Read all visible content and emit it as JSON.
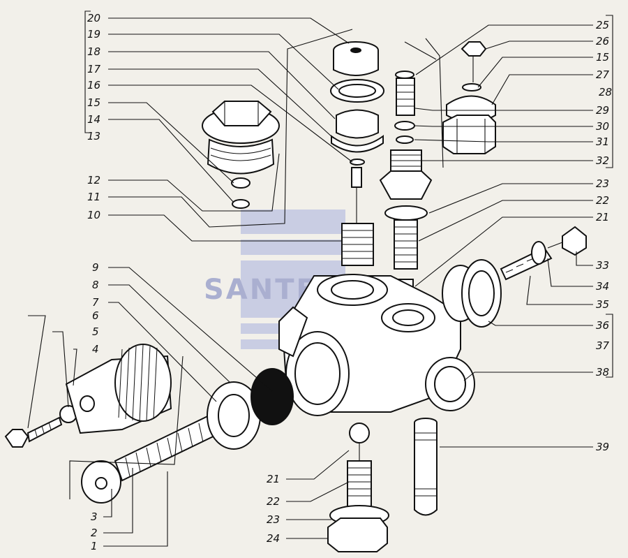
{
  "watermark": "SANTE",
  "colors": {
    "background": "#f2f0ea",
    "line": "#111111",
    "watermark": "#9ea4cc"
  },
  "callouts": [
    {
      "id": "l20",
      "label": "20"
    },
    {
      "id": "l19",
      "label": "19"
    },
    {
      "id": "l18",
      "label": "18"
    },
    {
      "id": "l17",
      "label": "17"
    },
    {
      "id": "l16",
      "label": "16"
    },
    {
      "id": "l15a",
      "label": "15"
    },
    {
      "id": "l14",
      "label": "14"
    },
    {
      "id": "l13",
      "label": "13"
    },
    {
      "id": "l12",
      "label": "12"
    },
    {
      "id": "l11",
      "label": "11"
    },
    {
      "id": "l10",
      "label": "10"
    },
    {
      "id": "l9",
      "label": "9"
    },
    {
      "id": "l8",
      "label": "8"
    },
    {
      "id": "l7",
      "label": "7"
    },
    {
      "id": "l6",
      "label": "6"
    },
    {
      "id": "l5",
      "label": "5"
    },
    {
      "id": "l4",
      "label": "4"
    },
    {
      "id": "l3",
      "label": "3"
    },
    {
      "id": "l2",
      "label": "2"
    },
    {
      "id": "l1",
      "label": "1"
    },
    {
      "id": "l25",
      "label": "25"
    },
    {
      "id": "l26",
      "label": "26"
    },
    {
      "id": "l15b",
      "label": "15"
    },
    {
      "id": "l27",
      "label": "27"
    },
    {
      "id": "l28",
      "label": "28"
    },
    {
      "id": "l29",
      "label": "29"
    },
    {
      "id": "l30",
      "label": "30"
    },
    {
      "id": "l31",
      "label": "31"
    },
    {
      "id": "l32",
      "label": "32"
    },
    {
      "id": "l23a",
      "label": "23"
    },
    {
      "id": "l22a",
      "label": "22"
    },
    {
      "id": "l21a",
      "label": "21"
    },
    {
      "id": "l33",
      "label": "33"
    },
    {
      "id": "l34",
      "label": "34"
    },
    {
      "id": "l35",
      "label": "35"
    },
    {
      "id": "l36",
      "label": "36"
    },
    {
      "id": "l37",
      "label": "37"
    },
    {
      "id": "l38",
      "label": "38"
    },
    {
      "id": "l39",
      "label": "39"
    },
    {
      "id": "l21b",
      "label": "21"
    },
    {
      "id": "l22b",
      "label": "22"
    },
    {
      "id": "l23b",
      "label": "23"
    },
    {
      "id": "l24",
      "label": "24"
    }
  ]
}
